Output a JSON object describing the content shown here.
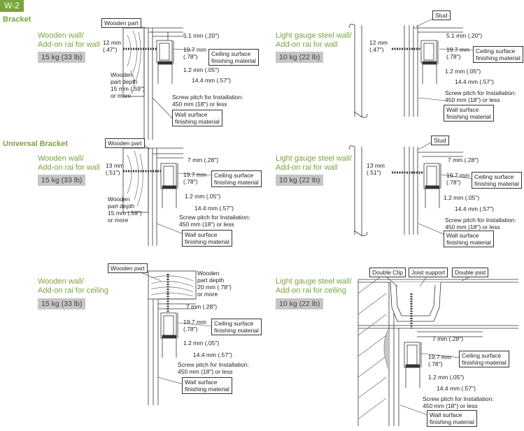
{
  "page_tag": "W-2",
  "sections": {
    "bracket": "Bracket",
    "universal": "Universal Bracket"
  },
  "panels": {
    "p1": {
      "title_l1": "Wooden wall/",
      "title_l2": "Add-on rai for wall",
      "load": "15 kg (33 lb)",
      "box_part": "Wooden part",
      "d_screw_a": "12 mm",
      "d_screw_b": "(.47\")",
      "d_top": "5.1 mm (.20\")",
      "d_h_a": "19.7 mm",
      "d_h_b": "(.78\")",
      "d_bot": "1.2 mm (.05\")",
      "d_w": "14.4 mm (.57\")",
      "depth_1": "Wooden",
      "depth_2": "part depth",
      "depth_3": "15 mm (.59\")",
      "depth_4": "or more",
      "pitch_1": "Screw pitch for Installation:",
      "pitch_2": "450 mm (18\") or less",
      "box_ceil_1": "Ceiling surface",
      "box_ceil_2": "finishing material",
      "box_wall_1": "Wall surface",
      "box_wall_2": "finishing material"
    },
    "p2": {
      "title_l1": "Light gauge steel wall/",
      "title_l2": "Add-on rai for wall",
      "load": "10 kg (22 lb)",
      "box_stud": "Stud",
      "d_screw_a": "12 mm",
      "d_screw_b": "(.47\")",
      "d_top": "5.1 mm (.20\")",
      "d_h_a": "19.7 mm",
      "d_h_b": "(.78\")",
      "d_bot": "1.2 mm (.05\")",
      "d_w": "14.4 mm (.57\")",
      "pitch_1": "Screw pitch for Installation:",
      "pitch_2": "450 mm (18\") or less",
      "box_ceil_1": "Ceiling surface",
      "box_ceil_2": "finishing material",
      "box_wall_1": "Wall surface",
      "box_wall_2": "finishing material"
    },
    "p3": {
      "title_l1": "Wooden wall/",
      "title_l2": "Add-on rai for wall",
      "load": "15 kg (33 lb)",
      "box_part": "Wooden part",
      "d_screw_a": "13 mm",
      "d_screw_b": "(.51\")",
      "d_top": "7 mm (.28\")",
      "d_h_a": "19.7 mm",
      "d_h_b": "(.78\")",
      "d_bot": "1.2 mm (.05\")",
      "d_w": "14.4 mm (.57\")",
      "depth_1": "Wooden",
      "depth_2": "part depth",
      "depth_3": "15 mm (.59\")",
      "depth_4": "or more",
      "pitch_1": "Screw pitch for Installation:",
      "pitch_2": "450 mm (18\") or less",
      "box_ceil_1": "Ceiling surface",
      "box_ceil_2": "finishing material",
      "box_wall_1": "Wall surface",
      "box_wall_2": "finishing material"
    },
    "p4": {
      "title_l1": "Light gauge steel wall/",
      "title_l2": "Add-on rai for wall",
      "load": "10 kg (22 lb)",
      "box_stud": "Stud",
      "d_screw_a": "13 mm",
      "d_screw_b": "(.51\")",
      "d_top": "7 mm (.28\")",
      "d_h_a": "19.7 mm",
      "d_h_b": "(.78\")",
      "d_bot": "1.2 mm (.05\")",
      "d_w": "14.4 mm (.57\")",
      "pitch_1": "Screw pitch for Installation:",
      "pitch_2": "450 mm (18\") or less",
      "box_ceil_1": "Ceiling surface",
      "box_ceil_2": "finishing material",
      "box_wall_1": "Wall surface",
      "box_wall_2": "finishing material"
    },
    "p5": {
      "title_l1": "Wooden wall/",
      "title_l2": "Add-on rai for ceiling",
      "load": "15 kg (33 lb)",
      "box_part": "Wooden part",
      "depth_1": "Wooden",
      "depth_2": "part depth",
      "depth_3": "20 mm (.78\")",
      "depth_4": "or more",
      "d_top": "7 mm (.28\")",
      "d_h_a": "19.7 mm",
      "d_h_b": "(.78\")",
      "d_bot": "1.2 mm (.05\")",
      "d_w": "14.4 mm (.57\")",
      "pitch_1": "Screw pitch for Installation:",
      "pitch_2": "450 mm (18\") or less",
      "box_ceil_1": "Ceiling surface",
      "box_ceil_2": "finishing material",
      "box_wall_1": "Wall surface",
      "box_wall_2": "finishing material"
    },
    "p6": {
      "title_l1": "Light gauge steel wall/",
      "title_l2": "Add-on rai for ceiling",
      "load": "10 kg (22 lb)",
      "box_clip": "Double Clip",
      "box_support": "Joist support",
      "box_joist": "Double joist",
      "d_top": "7 mm (.28\")",
      "d_h_a": "19.7 mm",
      "d_h_b": "(.78\")",
      "d_bot": "1.2 mm (.05\")",
      "d_w": "14.4 mm (.57\")",
      "pitch_1": "Screw pitch for Installation:",
      "pitch_2": "450 mm (18\") or less",
      "box_ceil_1": "Ceiling surface",
      "box_ceil_2": "finishing material",
      "box_wall_1": "Wall surface",
      "box_wall_2": "finishing material"
    }
  }
}
